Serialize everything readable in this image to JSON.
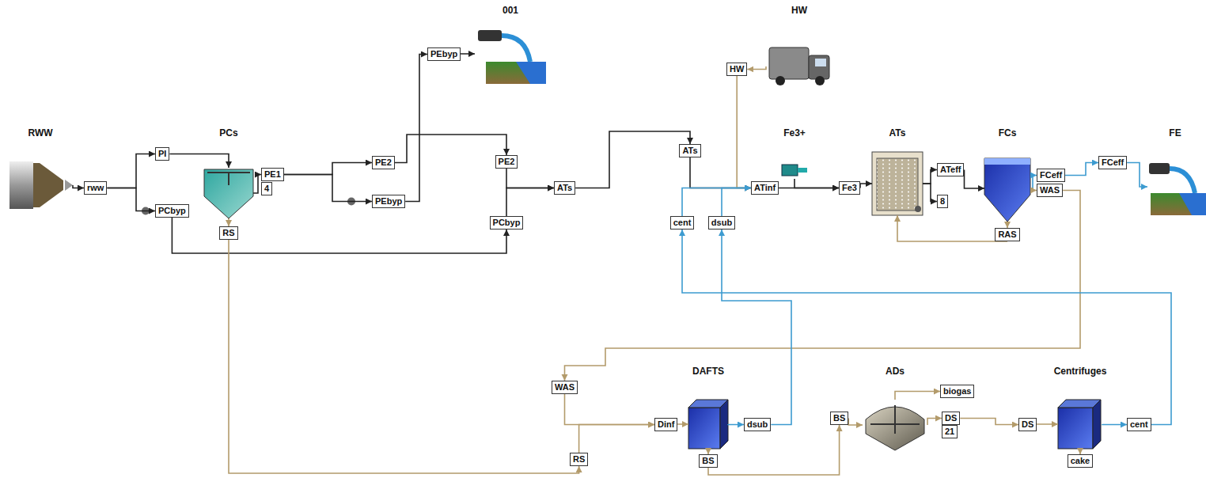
{
  "diagram": {
    "nodes": [
      {
        "text": [
          "RWW"
        ]
      },
      {
        "text": [
          "rww"
        ]
      },
      {
        "text": [
          "PCs"
        ]
      },
      {
        "text": [
          "PI"
        ]
      },
      {
        "text": [
          "PCbyp"
        ]
      },
      {
        "text": [
          "PE1"
        ]
      },
      {
        "text": [
          "4"
        ]
      },
      {
        "text": [
          "RS"
        ]
      },
      {
        "text": [
          "PE2"
        ]
      },
      {
        "text": [
          "PEbyp"
        ]
      },
      {
        "text": [
          "001"
        ]
      },
      {
        "text": [
          "PEbyp"
        ]
      },
      {
        "text": [
          "PE2"
        ]
      },
      {
        "text": [
          "PCbyp"
        ]
      },
      {
        "text": [
          "ATs"
        ]
      },
      {
        "text": [
          "ATs"
        ]
      },
      {
        "text": [
          "HW"
        ]
      },
      {
        "text": [
          "HW"
        ]
      },
      {
        "text": [
          "cent"
        ]
      },
      {
        "text": [
          "dsub"
        ]
      },
      {
        "text": [
          "ATinf"
        ]
      },
      {
        "text": [
          "Fe3+"
        ]
      },
      {
        "text": [
          "Fe3"
        ]
      },
      {
        "text": [
          "ATs"
        ]
      },
      {
        "text": [
          "ATeff"
        ]
      },
      {
        "text": [
          "8"
        ]
      },
      {
        "text": [
          "FCs"
        ]
      },
      {
        "text": [
          "FCeff"
        ]
      },
      {
        "text": [
          "WAS"
        ]
      },
      {
        "text": [
          "RAS"
        ]
      },
      {
        "text": [
          "FCeff"
        ]
      },
      {
        "text": [
          "FE"
        ]
      },
      {
        "text": [
          "WAS"
        ]
      },
      {
        "text": [
          "RS"
        ]
      },
      {
        "text": [
          "Dinf"
        ]
      },
      {
        "text": [
          "DAFTS"
        ]
      },
      {
        "text": [
          "dsub"
        ]
      },
      {
        "text": [
          "BS"
        ]
      },
      {
        "text": [
          "BS"
        ]
      },
      {
        "text": [
          "ADs"
        ]
      },
      {
        "text": [
          "biogas"
        ]
      },
      {
        "text": [
          "DS"
        ]
      },
      {
        "text": [
          "21"
        ]
      },
      {
        "text": [
          "DS"
        ]
      },
      {
        "text": [
          "Centrifuges"
        ]
      },
      {
        "text": [
          "cent"
        ]
      },
      {
        "text": [
          "cake"
        ]
      }
    ],
    "edges": [
      {
        "from": 0,
        "to": 1,
        "arrow": "to"
      },
      {
        "from": 1,
        "to": 3,
        "arrow": "to"
      },
      {
        "from": 1,
        "to": 4,
        "arrow": "to"
      },
      {
        "from": 3,
        "to": 2,
        "arrow": "to"
      },
      {
        "from": 2,
        "to": 5,
        "arrow": "to"
      },
      {
        "from": 2,
        "to": 7,
        "arrow": "to"
      },
      {
        "from": 5,
        "to": 8,
        "arrow": "to"
      },
      {
        "from": 5,
        "to": 9,
        "arrow": "to"
      },
      {
        "from": 8,
        "to": 12,
        "arrow": "to"
      },
      {
        "from": 9,
        "to": 11,
        "arrow": "to"
      },
      {
        "from": 11,
        "to": 10,
        "arrow": "to"
      },
      {
        "from": 4,
        "to": 13,
        "arrow": "to"
      },
      {
        "from": 12,
        "to": 14,
        "arrow": "to"
      },
      {
        "from": 13,
        "to": 14,
        "arrow": "to"
      },
      {
        "from": 14,
        "to": 15,
        "arrow": "to"
      },
      {
        "from": 15,
        "to": 20,
        "arrow": "to"
      },
      {
        "from": 17,
        "to": 16,
        "arrow": "to"
      },
      {
        "from": 16,
        "to": 20,
        "arrow": "to"
      },
      {
        "from": 18,
        "to": 20,
        "arrow": "to"
      },
      {
        "from": 19,
        "to": 20,
        "arrow": "to"
      },
      {
        "from": 20,
        "to": 22,
        "arrow": "to"
      },
      {
        "from": 21,
        "to": 22,
        "arrow": "to"
      },
      {
        "from": 22,
        "to": 23,
        "arrow": "to"
      },
      {
        "from": 23,
        "to": 24,
        "arrow": "to"
      },
      {
        "from": 23,
        "to": 25,
        "arrow": "to"
      },
      {
        "from": 24,
        "to": 26,
        "arrow": "to"
      },
      {
        "from": 26,
        "to": 27,
        "arrow": "to"
      },
      {
        "from": 26,
        "to": 28,
        "arrow": "to"
      },
      {
        "from": 26,
        "to": 29,
        "arrow": "to"
      },
      {
        "from": 29,
        "to": 23,
        "arrow": "to"
      },
      {
        "from": 27,
        "to": 30,
        "arrow": "to"
      },
      {
        "from": 30,
        "to": 31,
        "arrow": "to"
      },
      {
        "from": 28,
        "to": 32,
        "arrow": "to"
      },
      {
        "from": 7,
        "to": 33,
        "arrow": "to"
      },
      {
        "from": 32,
        "to": 34,
        "arrow": "to"
      },
      {
        "from": 33,
        "to": 34,
        "arrow": "to"
      },
      {
        "from": 34,
        "to": 35,
        "arrow": "to"
      },
      {
        "from": 35,
        "to": 36,
        "arrow": "to"
      },
      {
        "from": 35,
        "to": 37,
        "arrow": "to"
      },
      {
        "from": 36,
        "to": 19,
        "arrow": "to"
      },
      {
        "from": 37,
        "to": 38,
        "arrow": "to"
      },
      {
        "from": 38,
        "to": 39,
        "arrow": "to"
      },
      {
        "from": 39,
        "to": 40,
        "arrow": "to"
      },
      {
        "from": 39,
        "to": 41,
        "arrow": "to"
      },
      {
        "from": 41,
        "to": 43,
        "arrow": "to"
      },
      {
        "from": 43,
        "to": 44,
        "arrow": "to"
      },
      {
        "from": 44,
        "to": 45,
        "arrow": "to"
      },
      {
        "from": 44,
        "to": 46,
        "arrow": "to"
      },
      {
        "from": 45,
        "to": 18,
        "arrow": "to"
      }
    ]
  }
}
